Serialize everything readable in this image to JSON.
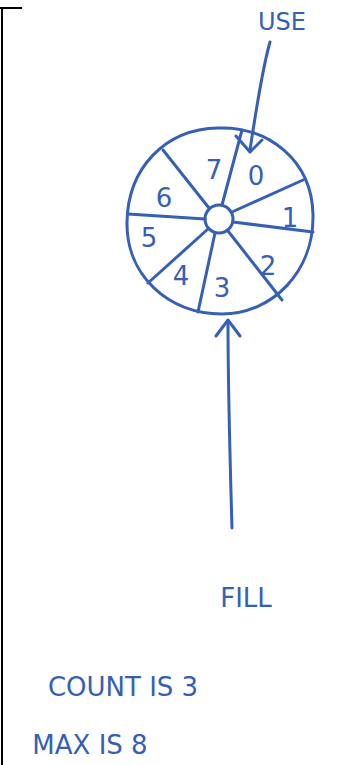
{
  "diagram": {
    "labels": [
      "USE",
      "7",
      "0",
      "6",
      "1",
      "5",
      "2",
      "4",
      "3",
      "FILL",
      "COUNT IS 3",
      "MAX IS 8"
    ]
  }
}
